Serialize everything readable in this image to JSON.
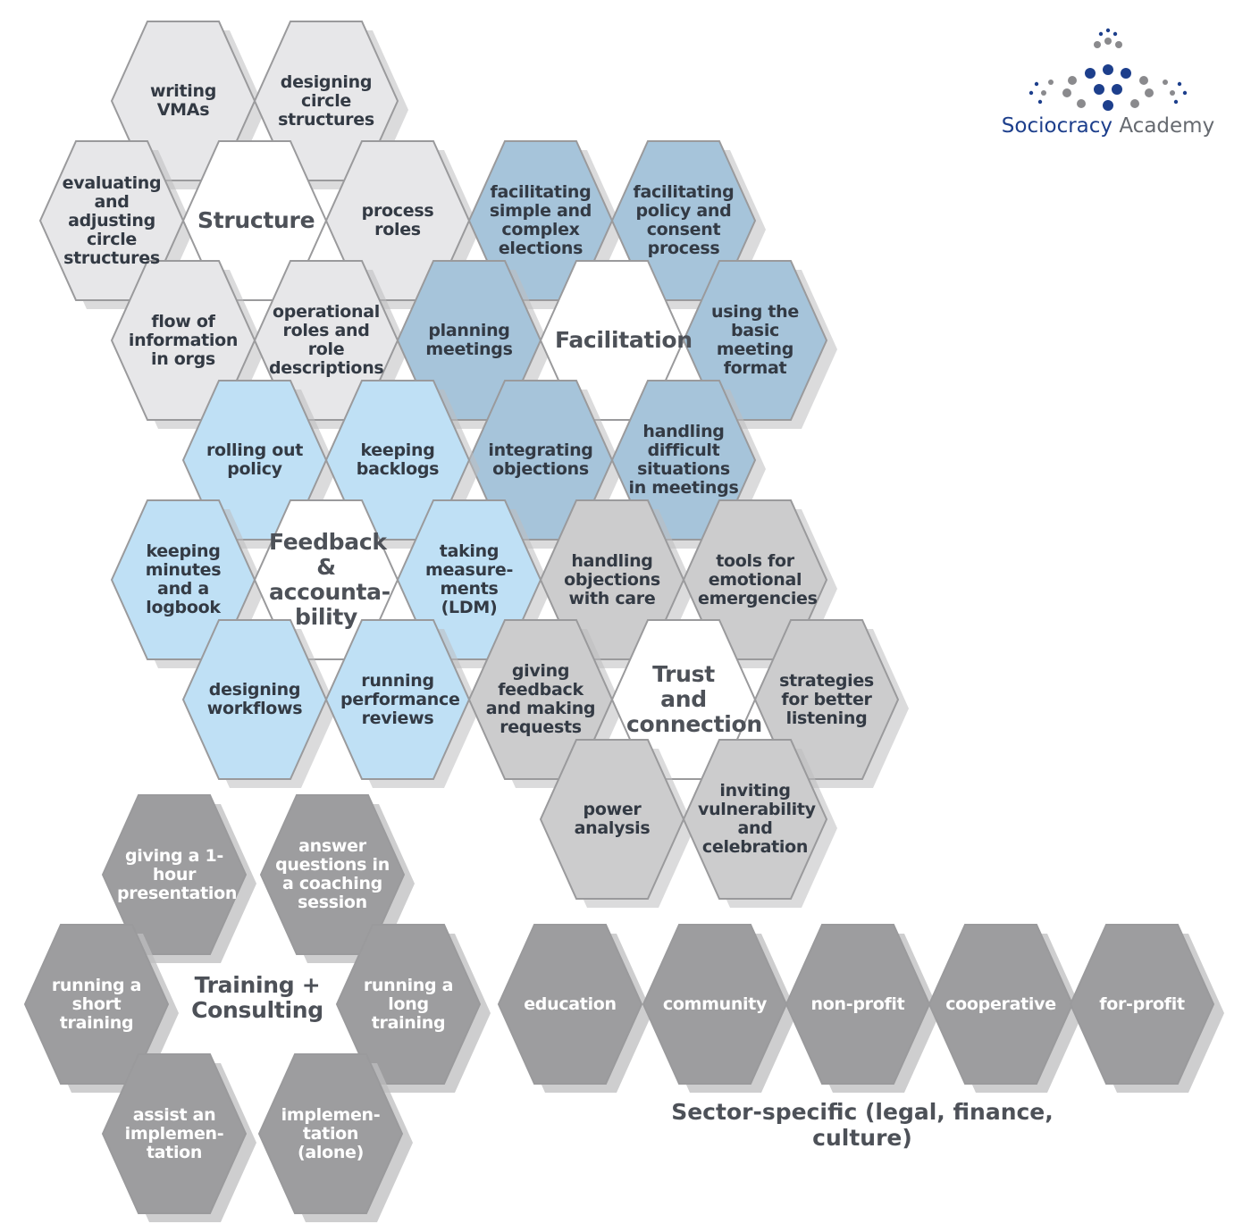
{
  "colors": {
    "structure_fill": "#e7e7e9",
    "facilitation_fill": "#a6c4da",
    "feedback_fill": "#bfe0f5",
    "trust_fill": "#cccccd",
    "center_fill": "#ffffff",
    "training_fill": "#9d9d9f",
    "sector_fill": "#9d9d9f",
    "shadow": "#bdbdbf",
    "stroke": "#9a9a9c",
    "logo_blue": "#1d3f8c",
    "logo_gray": "#8a8a8d"
  },
  "logo": {
    "word1": "Sociocracy",
    "word2": " Academy"
  },
  "hexes": [
    {
      "label": "writing VMAs",
      "kind": "structure"
    },
    {
      "label": "designing circle structures",
      "kind": "structure"
    },
    {
      "label": "evaluating and adjusting circle structures",
      "kind": "structure"
    },
    {
      "label": "Structure",
      "kind": "center"
    },
    {
      "label": "process roles",
      "kind": "structure"
    },
    {
      "label": "flow of information in orgs",
      "kind": "structure"
    },
    {
      "label": "operational roles and role descriptions",
      "kind": "structure"
    },
    {
      "label": "facilitating simple and complex elections",
      "kind": "facilitation"
    },
    {
      "label": "facilitating policy and consent process",
      "kind": "facilitation"
    },
    {
      "label": "planning meetings",
      "kind": "facilitation"
    },
    {
      "label": "Facilitation",
      "kind": "center"
    },
    {
      "label": "using the basic meeting format",
      "kind": "facilitation"
    },
    {
      "label": "integrating objections",
      "kind": "facilitation"
    },
    {
      "label": "handling difficult situations in meetings",
      "kind": "facilitation"
    },
    {
      "label": "rolling out policy",
      "kind": "feedback"
    },
    {
      "label": "keeping backlogs",
      "kind": "feedback"
    },
    {
      "label": "keeping minutes and a logbook",
      "kind": "feedback"
    },
    {
      "label": "Feedback & accounta-bility",
      "kind": "center"
    },
    {
      "label": "taking measure-ments (LDM)",
      "kind": "feedback"
    },
    {
      "label": "designing workflows",
      "kind": "feedback"
    },
    {
      "label": "running performance reviews",
      "kind": "feedback"
    },
    {
      "label": "handling objections with care",
      "kind": "trust"
    },
    {
      "label": "tools for emotional emergencies",
      "kind": "trust"
    },
    {
      "label": "giving feedback and making requests",
      "kind": "trust"
    },
    {
      "label": "Trust and connection",
      "kind": "center"
    },
    {
      "label": "strategies for better listening",
      "kind": "trust"
    },
    {
      "label": "power analysis",
      "kind": "trust"
    },
    {
      "label": "inviting vulnerability and celebration",
      "kind": "trust"
    },
    {
      "label": "giving a 1-hour presentation",
      "kind": "training"
    },
    {
      "label": "answer questions in a coaching session",
      "kind": "training"
    },
    {
      "label": "running a short training",
      "kind": "training"
    },
    {
      "label": "Training + Consulting",
      "kind": "center-plain"
    },
    {
      "label": "running a long training",
      "kind": "training"
    },
    {
      "label": "assist an implemen-tation",
      "kind": "training"
    },
    {
      "label": "implemen-tation (alone)",
      "kind": "training"
    },
    {
      "label": "education",
      "kind": "sector"
    },
    {
      "label": "community",
      "kind": "sector"
    },
    {
      "label": "non-profit",
      "kind": "sector"
    },
    {
      "label": "cooperative",
      "kind": "sector"
    },
    {
      "label": "for-profit",
      "kind": "sector"
    }
  ],
  "sector_note": "Sector-specific (legal, finance, culture)"
}
